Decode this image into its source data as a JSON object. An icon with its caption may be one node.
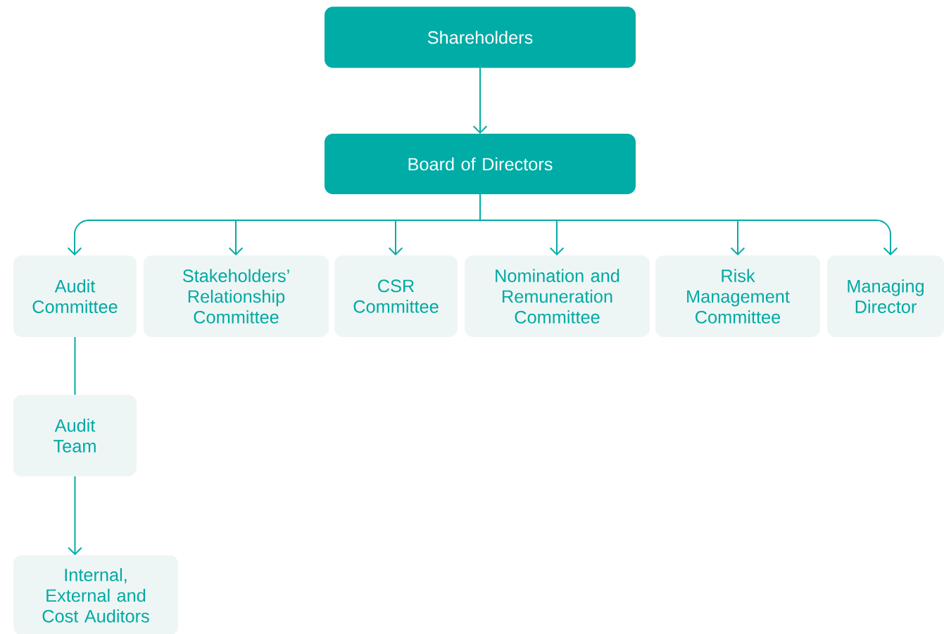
{
  "diagram": {
    "nodes": [
      {
        "text": [
          "Shareholders"
        ]
      },
      {
        "text": [
          "Board of Directors"
        ]
      },
      {
        "text": [
          "Audit Committee"
        ]
      },
      {
        "text": [
          "Stakeholders’ Relationship Committee"
        ]
      },
      {
        "text": [
          "CSR Committee"
        ]
      },
      {
        "text": [
          "Nomination and Remuneration Committee"
        ]
      },
      {
        "text": [
          "Risk Management Committee"
        ]
      },
      {
        "text": [
          "Managing Director"
        ]
      },
      {
        "text": [
          "Audit Team"
        ]
      },
      {
        "text": [
          "Internal, External and Cost Auditors"
        ]
      }
    ],
    "edges": [
      {
        "from": 0,
        "to": 1,
        "arrow": "to"
      },
      {
        "from": 1,
        "to": 2,
        "arrow": "to"
      },
      {
        "from": 1,
        "to": 3,
        "arrow": "to"
      },
      {
        "from": 1,
        "to": 4,
        "arrow": "to"
      },
      {
        "from": 1,
        "to": 5,
        "arrow": "to"
      },
      {
        "from": 1,
        "to": 6,
        "arrow": "to"
      },
      {
        "from": 1,
        "to": 7,
        "arrow": "to"
      },
      {
        "from": 2,
        "to": 8,
        "arrow": "none"
      },
      {
        "from": 8,
        "to": 9,
        "arrow": "to"
      }
    ]
  }
}
